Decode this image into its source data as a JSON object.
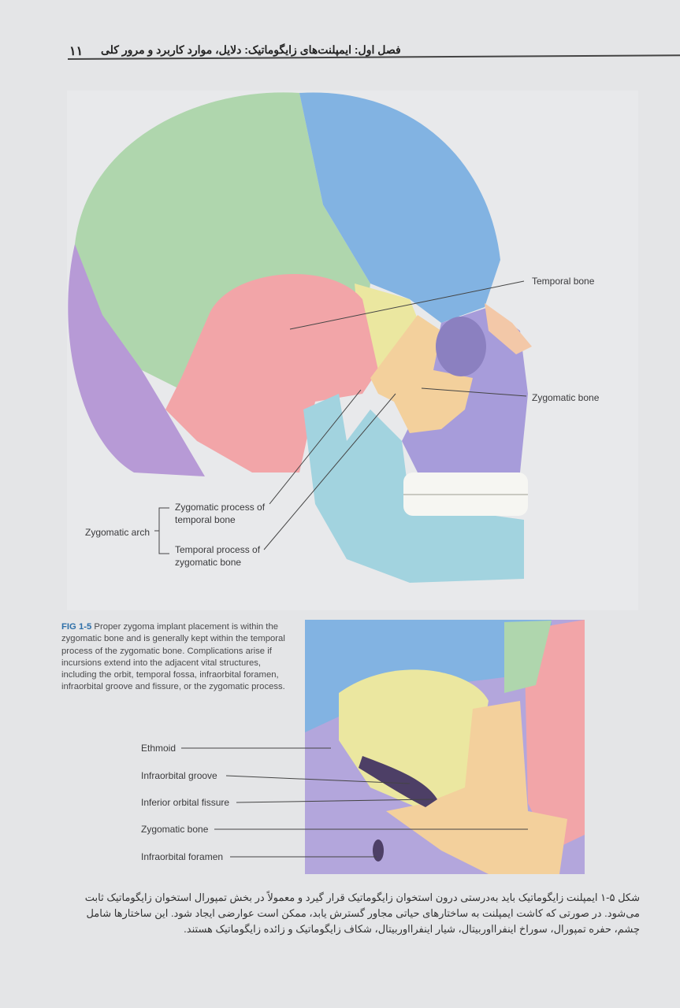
{
  "header": {
    "page_number": "۱۱",
    "chapter_title": "فصل اول: ایمپلنت‌های زایگوماتیک: دلایل، موارد کاربرد و مرور کلی"
  },
  "figure_main": {
    "labels": {
      "temporal_bone": "Temporal bone",
      "zygomatic_bone": "Zygomatic bone",
      "zygomatic_arch": "Zygomatic arch",
      "zyg_process_1": "Zygomatic process of",
      "zyg_process_2": "temporal bone",
      "temp_process_1": "Temporal process of",
      "temp_process_2": "zygomatic bone"
    }
  },
  "caption": {
    "fig_label": "FIG 1-5",
    "text": " Proper zygoma implant placement is within the zygomatic bone and is generally kept within the temporal process of the zygomatic bone. Complications arise if incursions extend into the adjacent vital structures, including the orbit, temporal fossa, infraorbital foramen, infraorbital groove and fissure, or the zygomatic process."
  },
  "figure_detail": {
    "labels": [
      "Ethmoid",
      "Infraorbital groove",
      "Inferior orbital fissure",
      "Zygomatic bone",
      "Infraorbital foramen"
    ]
  },
  "persian_caption": {
    "lines": [
      "شکل ۵-۱ ایمپلنت زایگوماتیک باید به‌درستی درون استخوان زایگوماتیک قرار گیرد و معمولاً در بخش تمپورال استخوان زایگوماتیک ثابت",
      "می‌شود. در صورتی که کاشت ایمپلنت به ساختارهای حیاتی مجاور گسترش یابد، ممکن است عوارضی ایجاد شود. این ساختارها شامل",
      "چشم، حفره تمپورال، سوراخ اینفرااوربیتال، شیار اینفرااوربیتال، شکاف زایگوماتیک و زائده زایگوماتیک هستند."
    ]
  },
  "colors": {
    "frontal": "#a9d3a9",
    "parietal_blue": "#7fb1e0",
    "temporal": "#f0a0a4",
    "occipital": "#b79ad6",
    "zygomatic": "#f2cf9a",
    "mandible": "#9fd0dc",
    "maxilla": "#a59ad8",
    "sphenoid": "#e8e49a",
    "caption_blue": "#2d6fa8"
  }
}
